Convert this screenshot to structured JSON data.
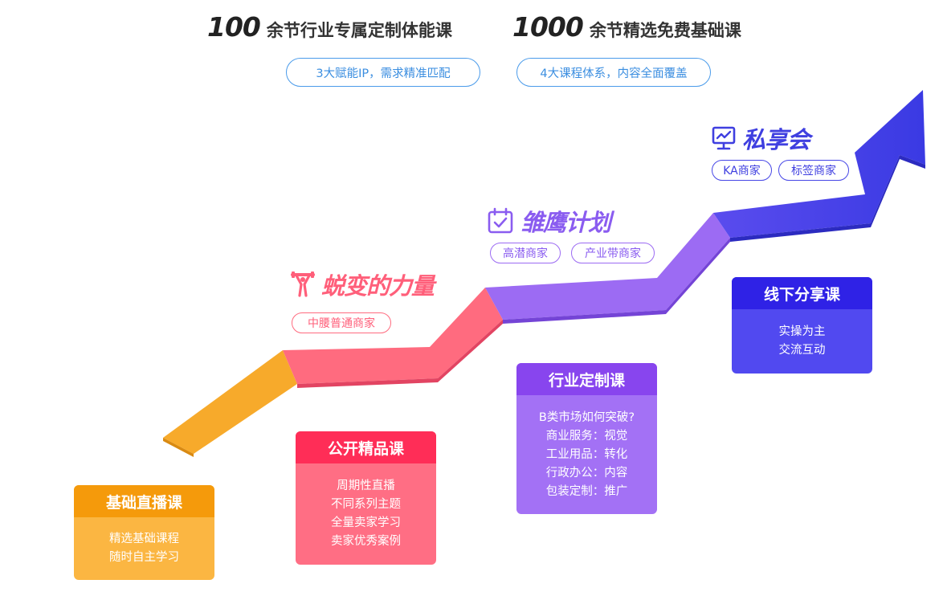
{
  "headline": {
    "left_number": "100",
    "left_text": "余节行业专属定制体能课",
    "right_number": "1000",
    "right_text": "余节精选免费基础课"
  },
  "pills": {
    "left": "3大赋能IP，需求精准匹配",
    "right": "4大课程体系，内容全面覆盖"
  },
  "stages": {
    "transform": {
      "title": "蜕变的力量",
      "tags": [
        "中腰普通商家"
      ],
      "color": "#ff5f7a"
    },
    "eagle": {
      "title": "雏鹰计划",
      "tags": [
        "高潜商家",
        "产业带商家"
      ],
      "color": "#8a5cf0"
    },
    "private": {
      "title": "私享会",
      "tags": [
        "KA商家",
        "标签商家"
      ],
      "color": "#3f3fe0"
    }
  },
  "cards": {
    "basic": {
      "title": "基础直播课",
      "lines": [
        "精选基础课程",
        "随时自主学习"
      ]
    },
    "open": {
      "title": "公开精品课",
      "lines": [
        "周期性直播",
        "不同系列主题",
        "全量卖家学习",
        "卖家优秀案例"
      ]
    },
    "industry": {
      "title": "行业定制课",
      "lines": [
        "B类市场如何突破?",
        "商业服务：视觉",
        "工业用品：转化",
        "行政办公：内容",
        "包装定制：推广"
      ]
    },
    "offline": {
      "title": "线下分享课",
      "lines": [
        "实操为主",
        "交流互动"
      ]
    }
  },
  "colors": {
    "orange": "#f7a928",
    "pink": "#ff5f7a",
    "purple": "#9a67f2",
    "blue": "#4646e6",
    "pill_blue": "#4a9bea"
  },
  "icons": [
    "weightlifter-icon",
    "calendar-check-icon",
    "chart-board-icon"
  ]
}
